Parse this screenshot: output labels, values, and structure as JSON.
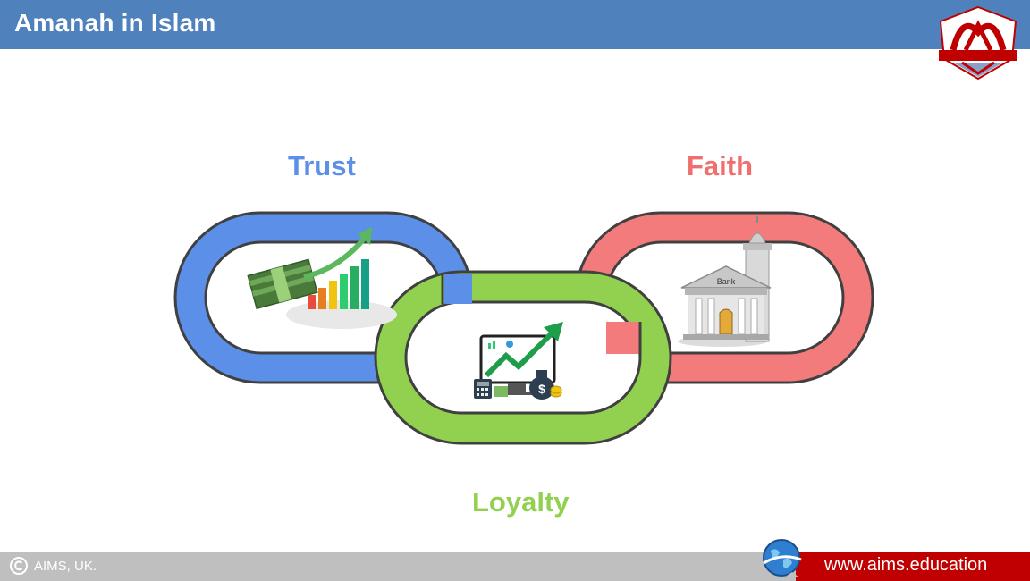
{
  "header": {
    "title": "Amanah in Islam"
  },
  "labels": {
    "trust": "Trust",
    "faith": "Faith",
    "loyalty": "Loyalty"
  },
  "illustrations": {
    "bank_sign": "Bank",
    "money_bag_symbol": "$"
  },
  "colors": {
    "header_bar": "#4f81bd",
    "trust_link": "#5b8fe8",
    "faith_link": "#f06e6e",
    "loyalty_link": "#92d050",
    "footer_bar": "#bfbfbf",
    "footer_accent": "#c00000"
  },
  "icons": [
    "aims-logo-icon",
    "money-growth-chart-icon",
    "bank-mosque-icon",
    "finance-dashboard-icon",
    "copyright-icon",
    "globe-icon"
  ],
  "footer": {
    "copyright": "AIMS, UK.",
    "url": "www.aims.education"
  }
}
